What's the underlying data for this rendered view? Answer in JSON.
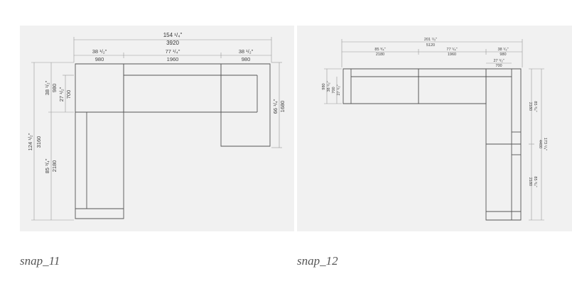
{
  "colors": {
    "background": "#ffffff",
    "panel": "#f1f1f1",
    "line": "#555555",
    "dimension": "#888888"
  },
  "diagrams": [
    {
      "caption": "snap_11",
      "dims": {
        "total_in": "154 ¹/₄\"",
        "total_mm": "3920",
        "left_in": "38 ¹/₂\"",
        "left_mm": "980",
        "center_in": "77 ¹/₄\"",
        "center_mm": "1960",
        "right_in": "38 ¹/₂\"",
        "right_mm": "980",
        "height_in": "124 ¹/₂\"",
        "height_mm": "3160",
        "depth_in": "38 ¹/₂\"",
        "depth_mm": "980",
        "back_in": "27 ¹/₂\"",
        "back_mm": "700",
        "chaise_in": "85 ³/₄\"",
        "chaise_mm": "2180",
        "right_depth_in": "66 ¹/₄\"",
        "right_depth_mm": "1680"
      }
    },
    {
      "caption": "snap_12",
      "dims": {
        "total_in": "201 ¹/₂\"",
        "total_mm": "5120",
        "left_in": "85 ³/₄\"",
        "left_mm": "2180",
        "center_in": "77 ¹/₄\"",
        "center_mm": "1960",
        "right_in": "38 ¹/₂\"",
        "right_mm": "980",
        "back_in": "27 ¹/₂\"",
        "back_mm": "700",
        "seat_in": "38 ¹/₂\"",
        "seat_mm": "980",
        "seat_back_in": "27 ¹/₂\"",
        "seat_back_mm": "700",
        "side_upper_in": "85 ³/₄\"",
        "side_upper_mm": "2180",
        "side_total_in": "173 ¹/₄\"",
        "side_total_mm": "4400",
        "side_lower_in": "85 ³/₄\"",
        "side_lower_mm": "2180"
      }
    }
  ]
}
